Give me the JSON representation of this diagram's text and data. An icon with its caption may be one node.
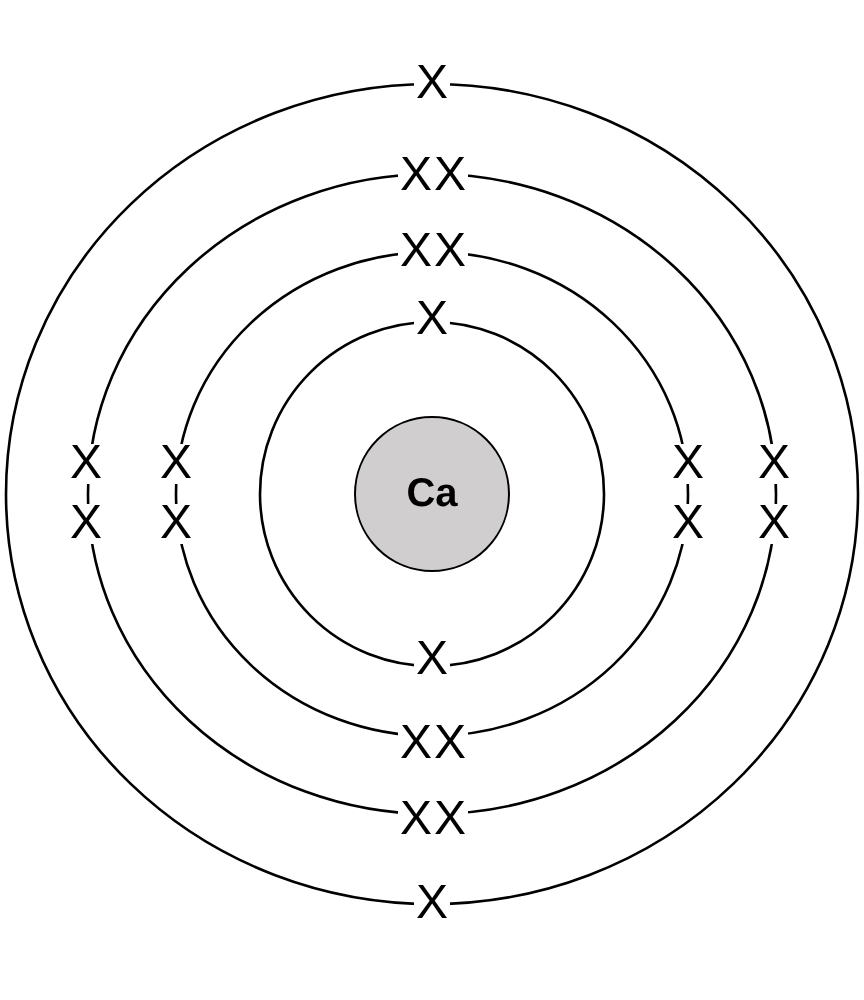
{
  "diagram": {
    "nodes": [
      {
        "text": [
          "Ca"
        ]
      }
    ],
    "labels": [
      "X",
      "X",
      "X",
      "X",
      "X",
      "X",
      "X",
      "X",
      "X",
      "X",
      "X",
      "X",
      "X",
      "X",
      "X",
      "X",
      "X",
      "X",
      "X",
      "X"
    ]
  }
}
